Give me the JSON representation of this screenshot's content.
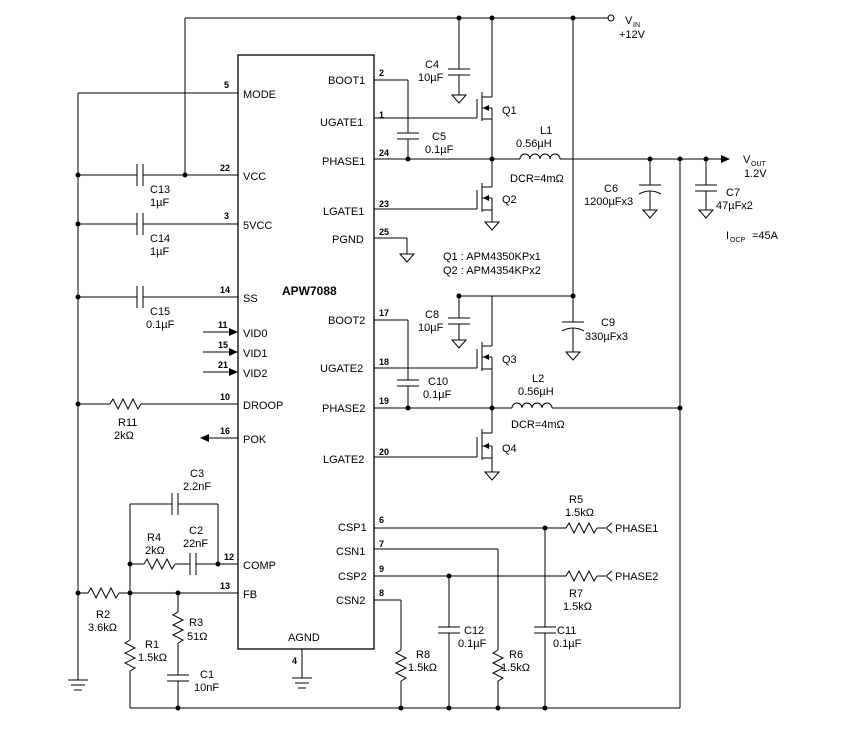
{
  "chip": {
    "name": "APW7088",
    "agnd_label": "AGND",
    "agnd_pin": "4",
    "left_pins": [
      {
        "num": "5",
        "label": "MODE"
      },
      {
        "num": "22",
        "label": "VCC"
      },
      {
        "num": "3",
        "label": "5VCC"
      },
      {
        "num": "14",
        "label": "SS"
      },
      {
        "num": "11",
        "label": "VID0"
      },
      {
        "num": "15",
        "label": "VID1"
      },
      {
        "num": "21",
        "label": "VID2"
      },
      {
        "num": "10",
        "label": "DROOP"
      },
      {
        "num": "16",
        "label": "POK"
      },
      {
        "num": "12",
        "label": "COMP"
      },
      {
        "num": "13",
        "label": "FB"
      }
    ],
    "right_pins": [
      {
        "num": "2",
        "label": "BOOT1"
      },
      {
        "num": "1",
        "label": "UGATE1"
      },
      {
        "num": "24",
        "label": "PHASE1"
      },
      {
        "num": "23",
        "label": "LGATE1"
      },
      {
        "num": "25",
        "label": "PGND"
      },
      {
        "num": "17",
        "label": "BOOT2"
      },
      {
        "num": "18",
        "label": "UGATE2"
      },
      {
        "num": "19",
        "label": "PHASE2"
      },
      {
        "num": "20",
        "label": "LGATE2"
      },
      {
        "num": "6",
        "label": "CSP1"
      },
      {
        "num": "7",
        "label": "CSN1"
      },
      {
        "num": "9",
        "label": "CSP2"
      },
      {
        "num": "8",
        "label": "CSN2"
      }
    ]
  },
  "supply": {
    "vin_main": "V",
    "vin_sub": "IN",
    "vin_value": "+12V",
    "vout_main": "V",
    "vout_sub": "OUT",
    "vout_value": "1.2V",
    "iocp_main": "I",
    "iocp_sub": "OCP",
    "iocp_value": "=45A"
  },
  "components": {
    "c4": {
      "name": "C4",
      "value": "10µF"
    },
    "c5": {
      "name": "C5",
      "value": "0.1µF"
    },
    "q1": {
      "name": "Q1"
    },
    "l1": {
      "name": "L1",
      "value": "0.56µH",
      "dcr": "DCR=4mΩ"
    },
    "q2": {
      "name": "Q2"
    },
    "c6": {
      "name": "C6",
      "value": "1200µFx3"
    },
    "c7": {
      "name": "C7",
      "value": "47µFx2"
    },
    "q_note1": "Q1 : APM4350KPx1",
    "q_note2": "Q2 : APM4354KPx2",
    "c8": {
      "name": "C8",
      "value": "10µF"
    },
    "c9": {
      "name": "C9",
      "value": "330µFx3"
    },
    "q3": {
      "name": "Q3"
    },
    "c10": {
      "name": "C10",
      "value": "0.1µF"
    },
    "l2": {
      "name": "L2",
      "value": "0.56µH",
      "dcr": "DCR=4mΩ"
    },
    "q4": {
      "name": "Q4"
    },
    "c13": {
      "name": "C13",
      "value": "1µF"
    },
    "c14": {
      "name": "C14",
      "value": "1µF"
    },
    "c15": {
      "name": "C15",
      "value": "0.1µF"
    },
    "r11": {
      "name": "R11",
      "value": "2kΩ"
    },
    "c3": {
      "name": "C3",
      "value": "2.2nF"
    },
    "r4": {
      "name": "R4",
      "value": "2kΩ"
    },
    "c2": {
      "name": "C2",
      "value": "22nF"
    },
    "r2": {
      "name": "R2",
      "value": "3.6kΩ"
    },
    "r3": {
      "name": "R3",
      "value": "51Ω"
    },
    "r1": {
      "name": "R1",
      "value": "1.5kΩ"
    },
    "c1": {
      "name": "C1",
      "value": "10nF"
    },
    "r5": {
      "name": "R5",
      "value": "1.5kΩ"
    },
    "r7": {
      "name": "R7",
      "value": "1.5kΩ"
    },
    "r8": {
      "name": "R8",
      "value": "1.5kΩ"
    },
    "c12": {
      "name": "C12",
      "value": "0.1µF"
    },
    "r6": {
      "name": "R6",
      "value": "1.5kΩ"
    },
    "c11": {
      "name": "C11",
      "value": "0.1µF"
    },
    "phase1_ref": "PHASE1",
    "phase2_ref": "PHASE2"
  }
}
